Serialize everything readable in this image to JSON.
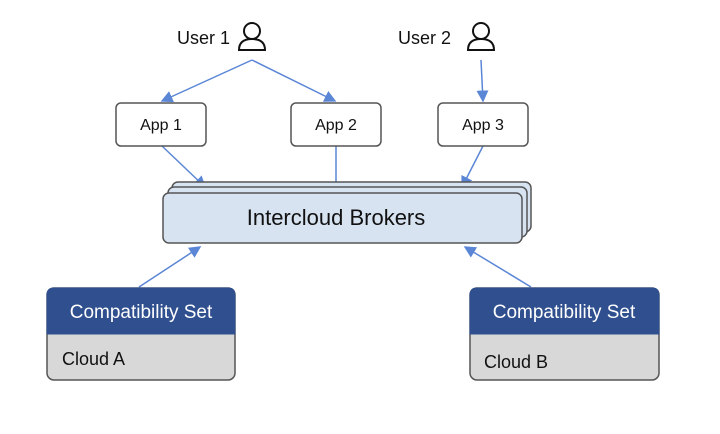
{
  "users": [
    {
      "label": "User 1",
      "icon": "person-icon"
    },
    {
      "label": "User 2",
      "icon": "person-icon"
    }
  ],
  "apps": [
    {
      "label": "App 1"
    },
    {
      "label": "App 2"
    },
    {
      "label": "App 3"
    }
  ],
  "brokers": {
    "label": "Intercloud Brokers"
  },
  "clouds": [
    {
      "compat_label": "Compatibility Set",
      "name": "Cloud A"
    },
    {
      "compat_label": "Compatibility Set",
      "name": "Cloud B"
    }
  ],
  "colors": {
    "arrow": "#5b86d6",
    "broker_fill": "#d7e3f1",
    "compat_fill": "#2f4f8e",
    "cloud_fill": "#d8d8d8",
    "box_stroke": "#555555"
  }
}
